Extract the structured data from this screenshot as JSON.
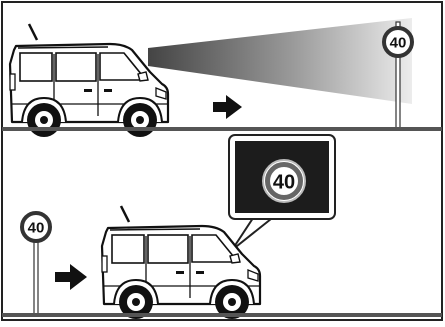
{
  "top_panel": {
    "speed_sign": {
      "value": "40"
    }
  },
  "bottom_panel": {
    "speed_sign": {
      "value": "40"
    },
    "display_callout": {
      "sign_value": "40"
    }
  },
  "colors": {
    "frame": "#222222",
    "ground": "#555555",
    "sign_ring": "#333333",
    "display_background": "#1c1c1c",
    "arrow": "#111111"
  }
}
